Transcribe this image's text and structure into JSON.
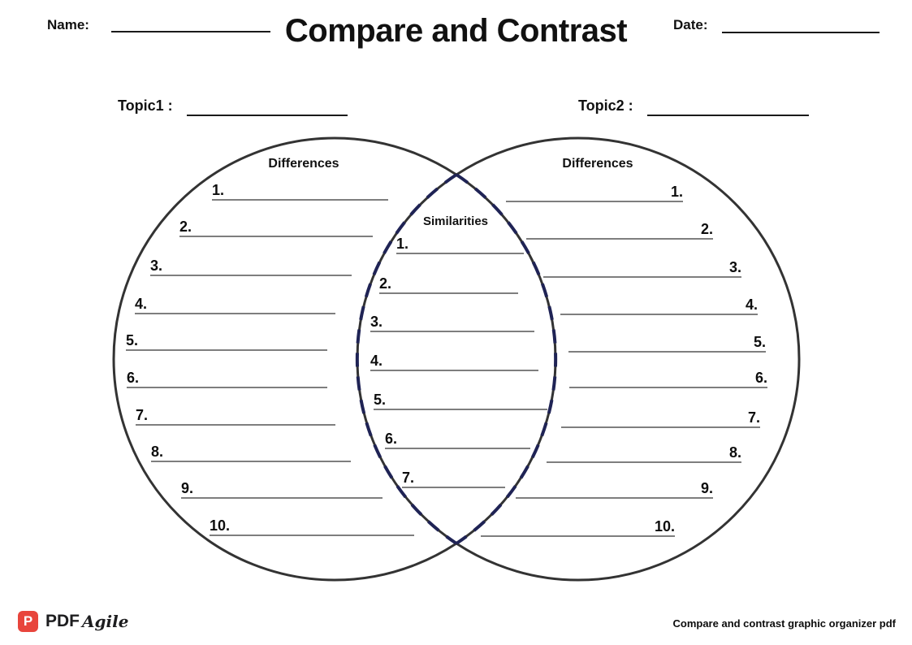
{
  "header": {
    "name_label": "Name:",
    "title": "Compare and Contrast",
    "date_label": "Date:"
  },
  "topics": {
    "topic1_label": "Topic1 :",
    "topic2_label": "Topic2 :"
  },
  "venn": {
    "left_heading": "Differences",
    "right_heading": "Differences",
    "middle_heading": "Similarities",
    "left_rows": [
      "1.",
      "2.",
      "3.",
      "4.",
      "5.",
      "6.",
      "7.",
      "8.",
      "9.",
      "10."
    ],
    "right_rows": [
      "1.",
      "2.",
      "3.",
      "4.",
      "5.",
      "6.",
      "7.",
      "8.",
      "9.",
      "10."
    ],
    "middle_rows": [
      "1.",
      "2.",
      "3.",
      "4.",
      "5.",
      "6.",
      "7."
    ]
  },
  "footer": {
    "logo_letter": "P",
    "logo_text_pdf": "PDF",
    "logo_text_agile": "Agile",
    "caption": "Compare and contrast graphic organizer pdf"
  },
  "colors": {
    "circle": "#333333",
    "dash": "#1f2355",
    "line": "#7e7e7e",
    "logo_red": "#e8453c"
  }
}
